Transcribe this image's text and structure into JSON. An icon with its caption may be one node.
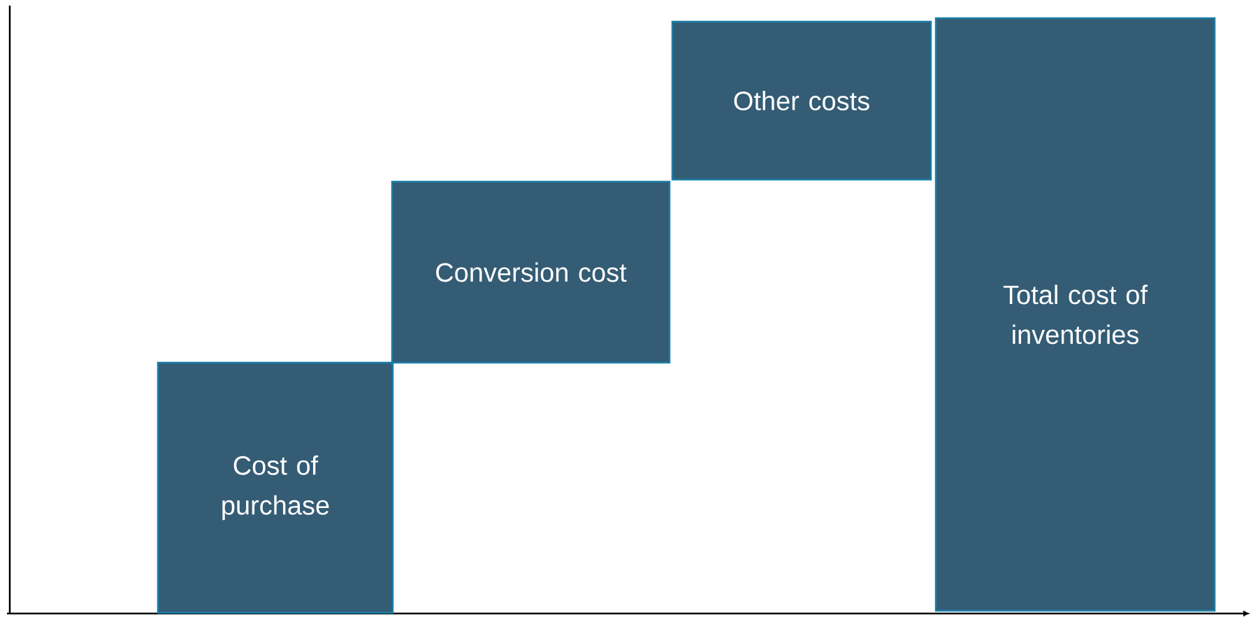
{
  "diagram": {
    "nodes": [
      {
        "text": [
          "Cost of purchase"
        ]
      },
      {
        "text": [
          "Conversion cost"
        ]
      },
      {
        "text": [
          "Other costs"
        ]
      },
      {
        "text": [
          "Total cost of inventories"
        ]
      }
    ]
  }
}
